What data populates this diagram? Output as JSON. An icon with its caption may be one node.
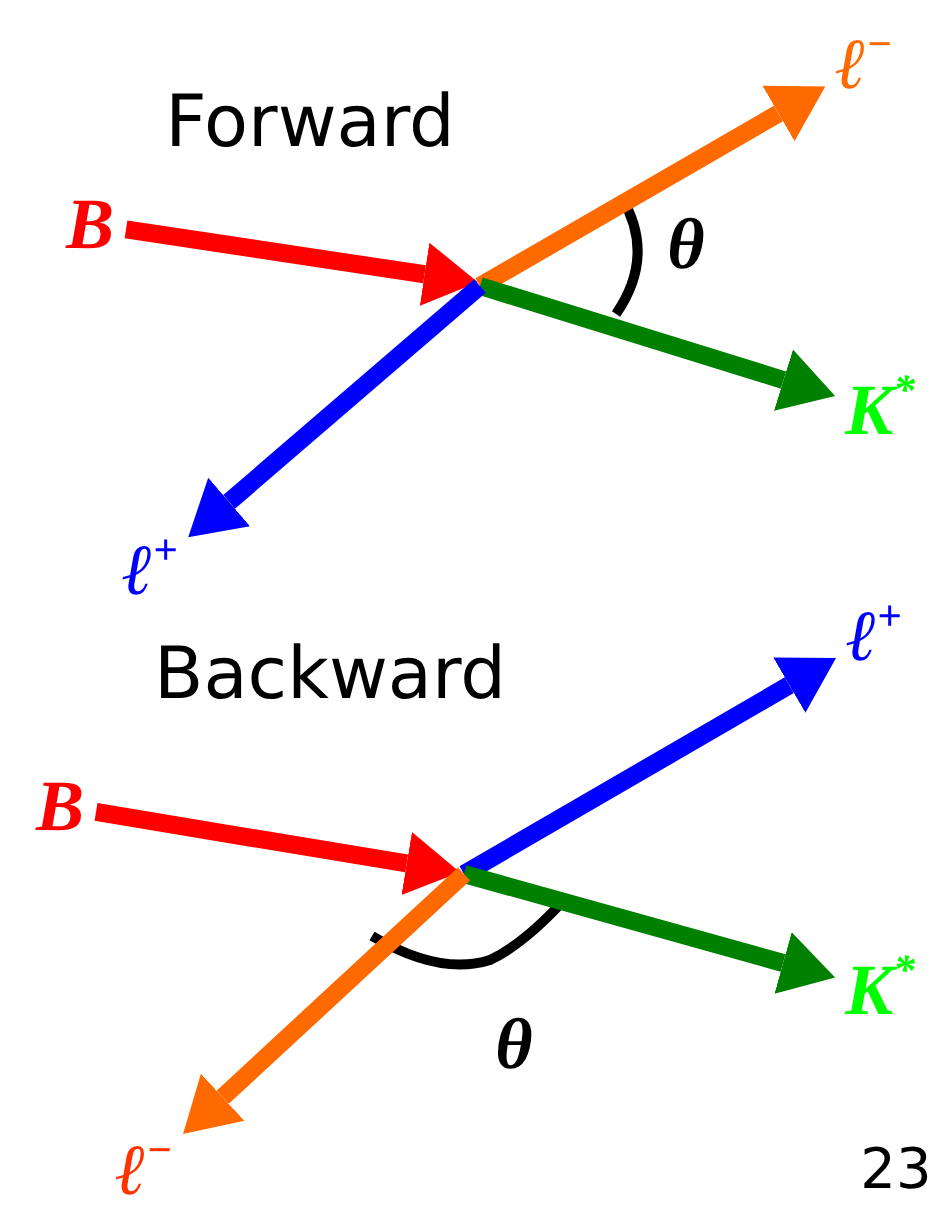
{
  "diagram": {
    "nodes": [
      {
        "text": [
          "B"
        ]
      },
      {
        "text": [
          "ℓ$^{−}$"
        ]
      },
      {
        "text": [
          "K$^{*}$"
        ]
      },
      {
        "text": [
          "ℓ$^{+}$"
        ]
      },
      {
        "text": [
          "B"
        ]
      },
      {
        "text": [
          "ℓ$^{+}$"
        ]
      },
      {
        "text": [
          "K$^{*}$"
        ]
      },
      {
        "text": [
          "ℓ$^{−}$"
        ]
      }
    ],
    "edges": [
      {
        "from": 0,
        "to": null,
        "arrow": "to",
        "color": "#ff0000"
      },
      {
        "from": null,
        "to": 1,
        "arrow": "to",
        "color": "#ff6a00"
      },
      {
        "from": null,
        "to": 2,
        "arrow": "to",
        "color": "#008000"
      },
      {
        "from": null,
        "to": 3,
        "arrow": "to",
        "color": "#0000ff"
      },
      {
        "from": 4,
        "to": null,
        "arrow": "to",
        "color": "#ff0000"
      },
      {
        "from": null,
        "to": 5,
        "arrow": "to",
        "color": "#0000ff"
      },
      {
        "from": null,
        "to": 6,
        "arrow": "to",
        "color": "#008000"
      },
      {
        "from": null,
        "to": 7,
        "arrow": "to",
        "color": "#ff6a00"
      }
    ],
    "labels": [
      "Forward",
      "θ",
      "Backward",
      "θ",
      "23"
    ]
  }
}
